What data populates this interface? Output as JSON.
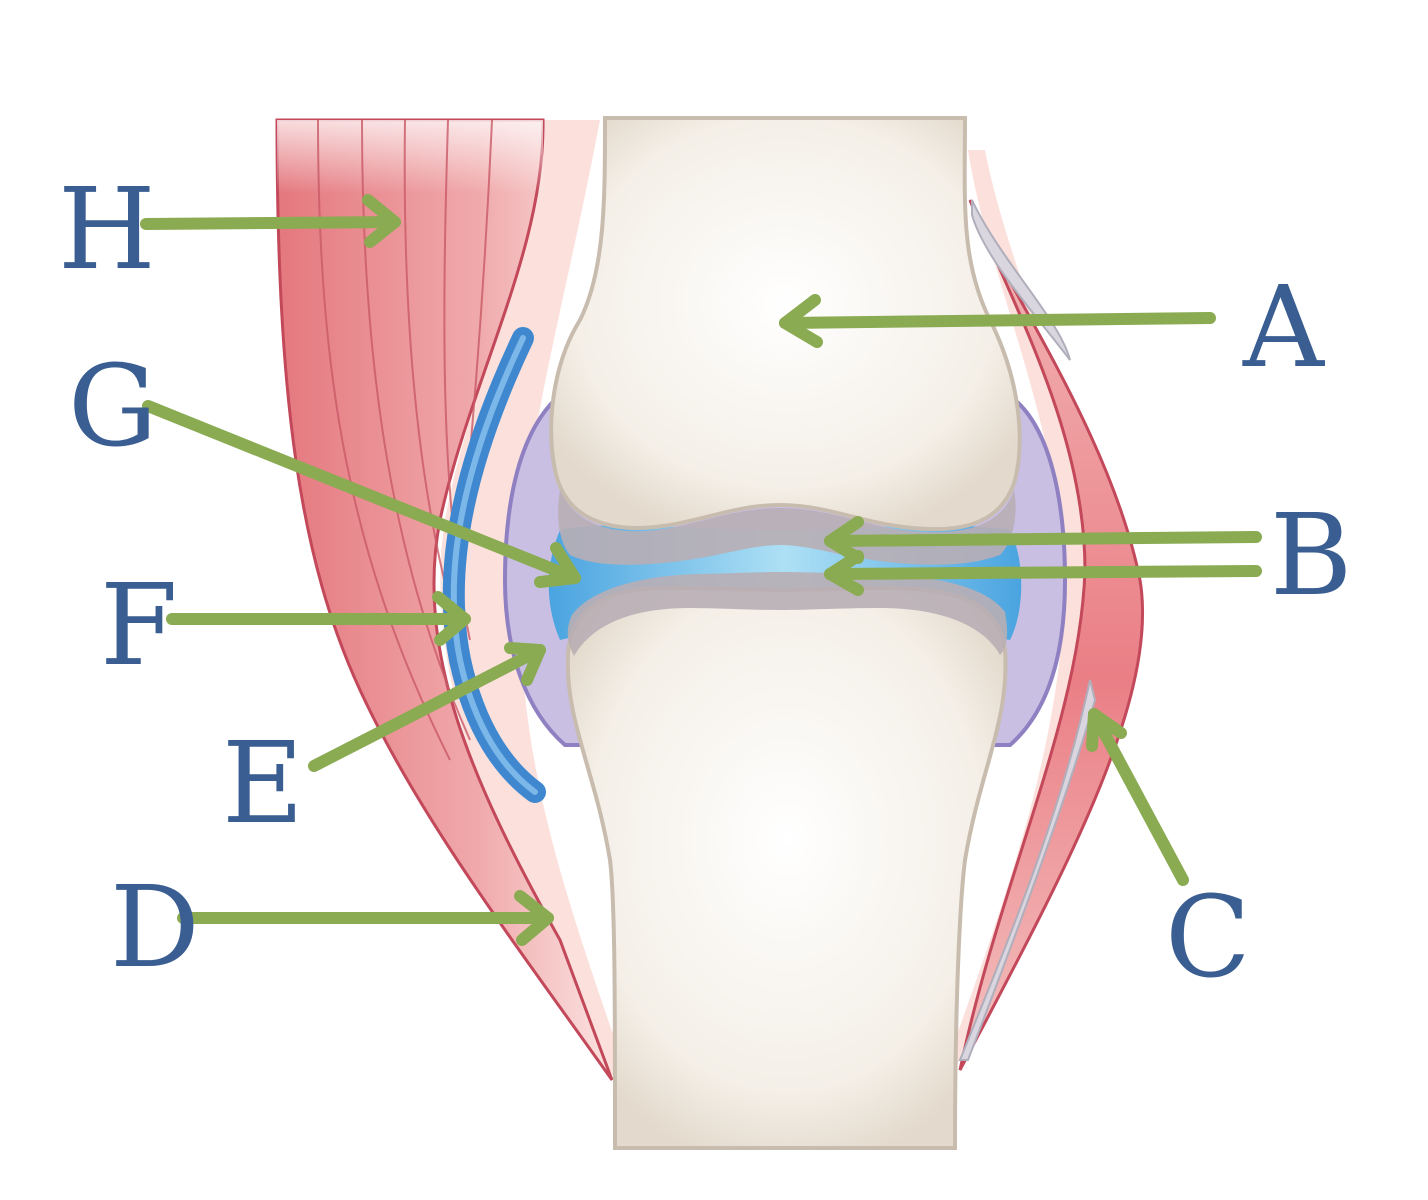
{
  "labels": {
    "A": "A",
    "B": "B",
    "C": "C",
    "D": "D",
    "E": "E",
    "F": "F",
    "G": "G",
    "H": "H"
  },
  "colors": {
    "bone": "#f1ebe1",
    "bone_outline": "#c8bcae",
    "cartilage": "#b4aab2",
    "synovial_fluid": "#8fd0ef",
    "capsule": "#a896cf",
    "bursa": "#3f88cf",
    "muscle": "#e58a8d",
    "muscle_outline": "#c2485a",
    "arrow": "#8aab52",
    "label": "#3a5e92"
  },
  "icons": {
    "arrow": "arrow-right-icon"
  }
}
